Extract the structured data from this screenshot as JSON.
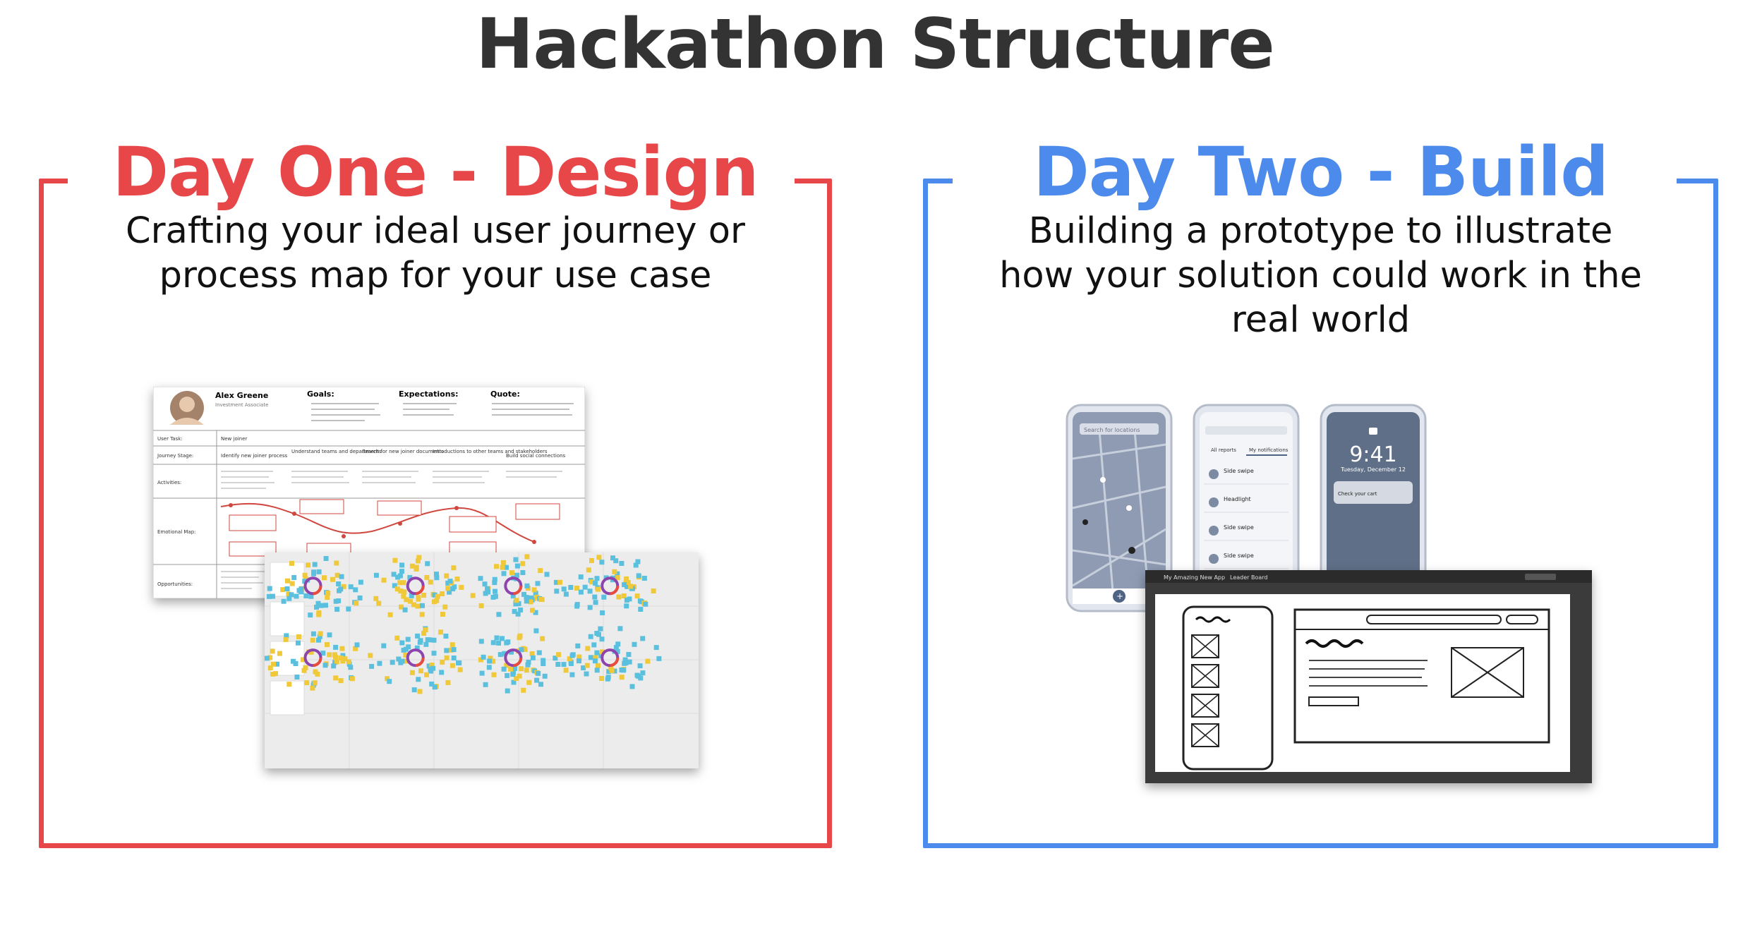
{
  "title": "Hackathon Structure",
  "colors": {
    "title": "#333333",
    "day_one": "#E8474A",
    "day_two": "#4C8BEB"
  },
  "day_one": {
    "heading": "Day One - Design",
    "subtitle_lines": [
      "Crafting your ideal user journey or",
      "process map for your use case"
    ],
    "journey_map": {
      "persona_name": "Alex Greene",
      "persona_role": "Investment Associate",
      "goals_label": "Goals:",
      "expectations_label": "Expectations:",
      "quote_label": "Quote:",
      "row_labels": [
        "User Task:",
        "Journey Stage:",
        "Activities:",
        "Emotional Map:",
        "Opportunities:"
      ],
      "user_task": "New joiner",
      "stages": [
        "Identify new joiner process",
        "Understand teams and departments",
        "Search for new joiner documents",
        "Introductions to other teams and stakeholders",
        "Build social connections"
      ]
    }
  },
  "day_two": {
    "heading": "Day Two - Build",
    "subtitle_lines": [
      "Building a prototype to illustrate",
      "how your solution could work in the",
      "real world"
    ],
    "phones": {
      "map_search": "Search for locations",
      "tab_all": "All reports",
      "tab_notif": "My notifications",
      "list_items": [
        "Side swipe",
        "Headlight",
        "Side swipe",
        "Side swipe"
      ],
      "lock_time": "9:41",
      "lock_date": "Tuesday, December 12",
      "notif_title": "Check your cart"
    },
    "wireframe": {
      "project": "My Amazing New App",
      "board": "Leader Board"
    }
  }
}
